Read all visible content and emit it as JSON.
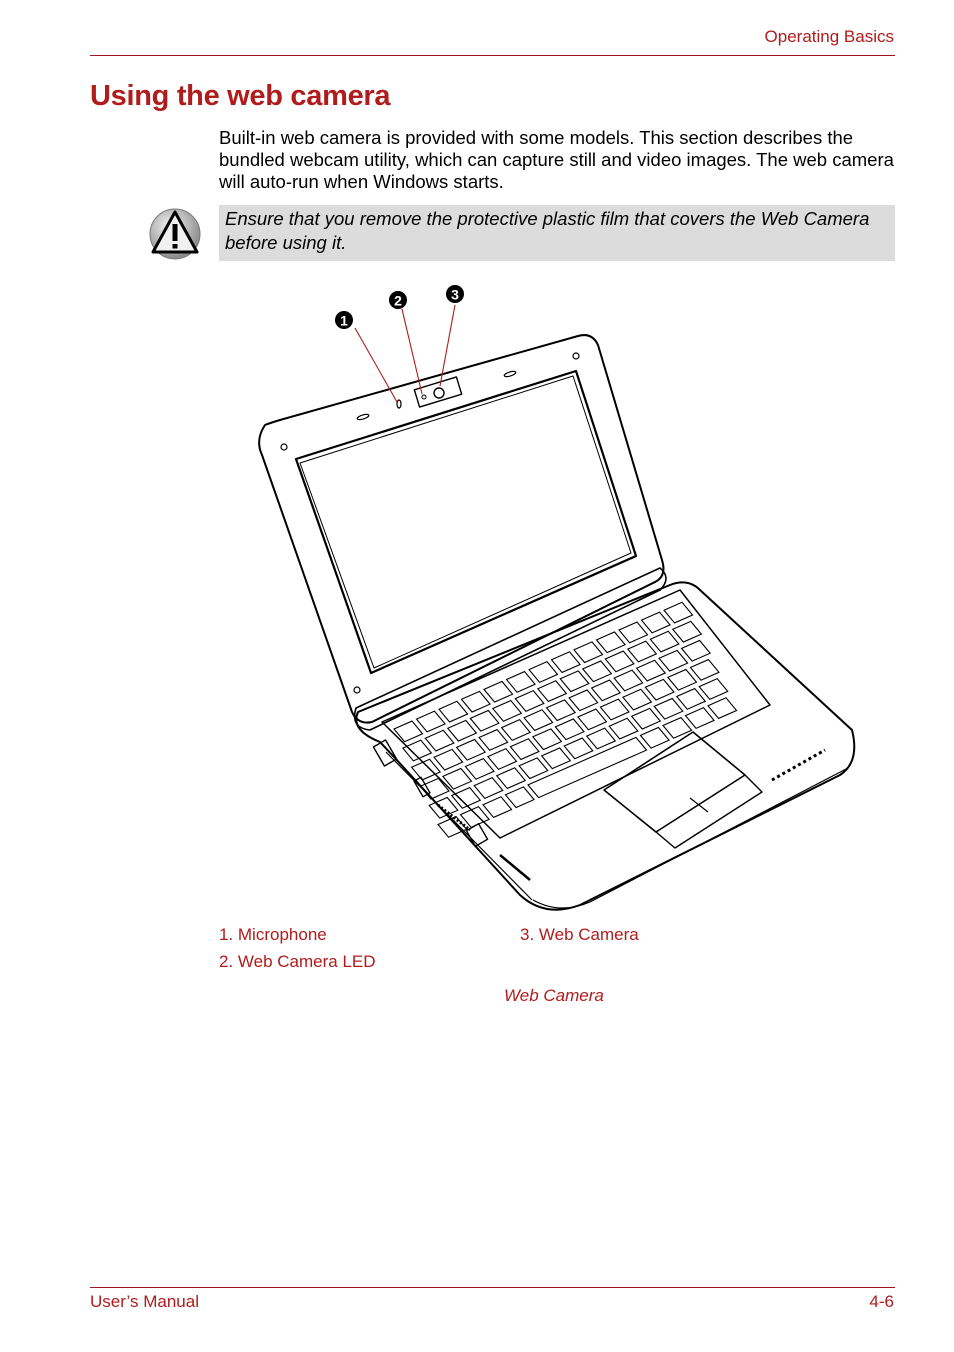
{
  "header": {
    "section": "Operating Basics"
  },
  "title": "Using the web camera",
  "intro": "Built-in web camera is provided with some models. This section describes the bundled webcam utility, which can capture still and video images. The web camera will auto-run when Windows starts.",
  "note": {
    "icon": "warning-icon",
    "text": "Ensure that you remove the protective plastic film that covers the Web Camera before using it."
  },
  "figure": {
    "callouts": [
      "1",
      "2",
      "3"
    ],
    "legend": [
      "1. Microphone",
      "2. Web Camera LED",
      "3. Web Camera"
    ],
    "caption": "Web Camera"
  },
  "footer": {
    "left": "User’s Manual",
    "right": "4-6"
  },
  "colors": {
    "accent": "#b01c1c",
    "note_bg": "#dcdcdc"
  }
}
